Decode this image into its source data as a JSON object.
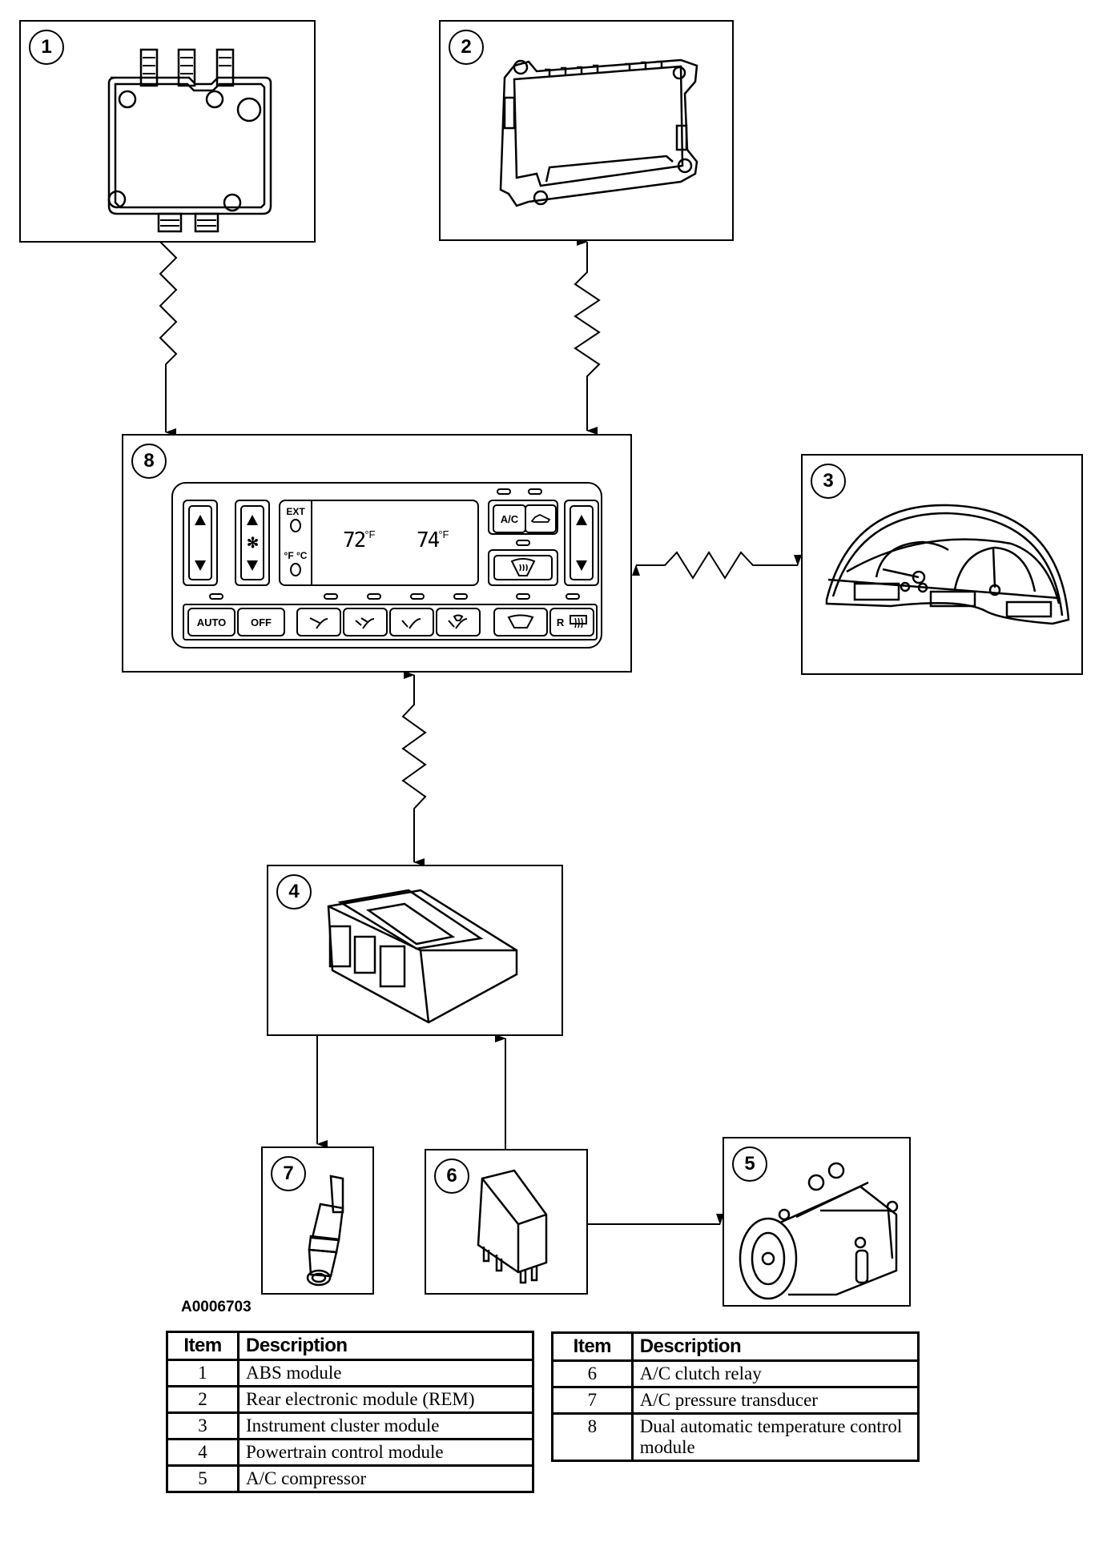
{
  "diagram": {
    "figure_id": "A0006703",
    "components": [
      {
        "item": "1",
        "label": "ABS module"
      },
      {
        "item": "2",
        "label": "Rear electronic module (REM)"
      },
      {
        "item": "3",
        "label": "Instrument cluster module"
      },
      {
        "item": "4",
        "label": "Powertrain control module"
      },
      {
        "item": "5",
        "label": "A/C compressor"
      },
      {
        "item": "6",
        "label": "A/C clutch relay"
      },
      {
        "item": "7",
        "label": "A/C pressure transducer"
      },
      {
        "item": "8",
        "label": "Dual automatic temperature control module"
      }
    ],
    "connections": [
      {
        "from": "1",
        "to": "8",
        "type": "network-one-way"
      },
      {
        "from": "2",
        "to": "8",
        "type": "network-two-way"
      },
      {
        "from": "8",
        "to": "3",
        "type": "network-two-way"
      },
      {
        "from": "8",
        "to": "4",
        "type": "network-two-way"
      },
      {
        "from": "4",
        "to": "7",
        "type": "hardwired-one-way"
      },
      {
        "from": "6",
        "to": "4",
        "type": "hardwired-one-way"
      },
      {
        "from": "6",
        "to": "5",
        "type": "hardwired-one-way"
      }
    ],
    "control_panel": {
      "ext_label": "EXT",
      "unit_toggle_label": "°F °C",
      "left_temp": "72",
      "right_temp": "74",
      "temp_unit": "°F",
      "ac_label": "A/C",
      "auto_label": "AUTO",
      "off_label": "OFF",
      "rear_defrost_label": "R"
    }
  },
  "tables": [
    {
      "headers": [
        "Item",
        "Description"
      ],
      "rows": [
        {
          "item": "1",
          "description": "ABS module"
        },
        {
          "item": "2",
          "description": "Rear electronic module (REM)"
        },
        {
          "item": "3",
          "description": "Instrument cluster module"
        },
        {
          "item": "4",
          "description": "Powertrain control module"
        },
        {
          "item": "5",
          "description": "A/C compressor"
        }
      ]
    },
    {
      "headers": [
        "Item",
        "Description"
      ],
      "rows": [
        {
          "item": "6",
          "description": "A/C clutch relay"
        },
        {
          "item": "7",
          "description": "A/C pressure transducer"
        },
        {
          "item": "8",
          "description": "Dual automatic temperature control module"
        }
      ]
    }
  ]
}
